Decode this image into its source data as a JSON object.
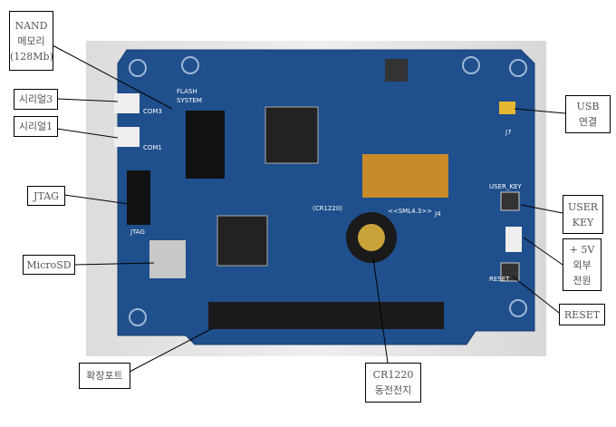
{
  "labels": {
    "nand": [
      "NAND",
      "메모리",
      "(128Mb)"
    ],
    "serial3": "시리얼3",
    "serial1": "시리얼1",
    "jtag": "JTAG",
    "microsd": "MicroSD",
    "expansion": "확장포트",
    "battery": [
      "CR1220",
      "동전전지"
    ],
    "usb": [
      "USB",
      "연결"
    ],
    "userkey": [
      "USER",
      "KEY"
    ],
    "power": [
      "+ 5V",
      "외부",
      "전원"
    ],
    "reset": "RESET"
  },
  "board": {
    "silk_flash": "FLASH",
    "silk_system": "SYSTEM",
    "silk_com3": "COM3",
    "silk_com1": "COM1",
    "silk_model": "<<SML4.3>>",
    "silk_cr": "(CR1220)",
    "silk_userkey": "USER_KEY",
    "silk_reset": "RESET",
    "silk_jtag": "JTAG",
    "silk_j7": "J7",
    "silk_j4": "J4"
  },
  "colors": {
    "pcb": "#1f4f8c",
    "pcb_dark": "#173e70"
  }
}
